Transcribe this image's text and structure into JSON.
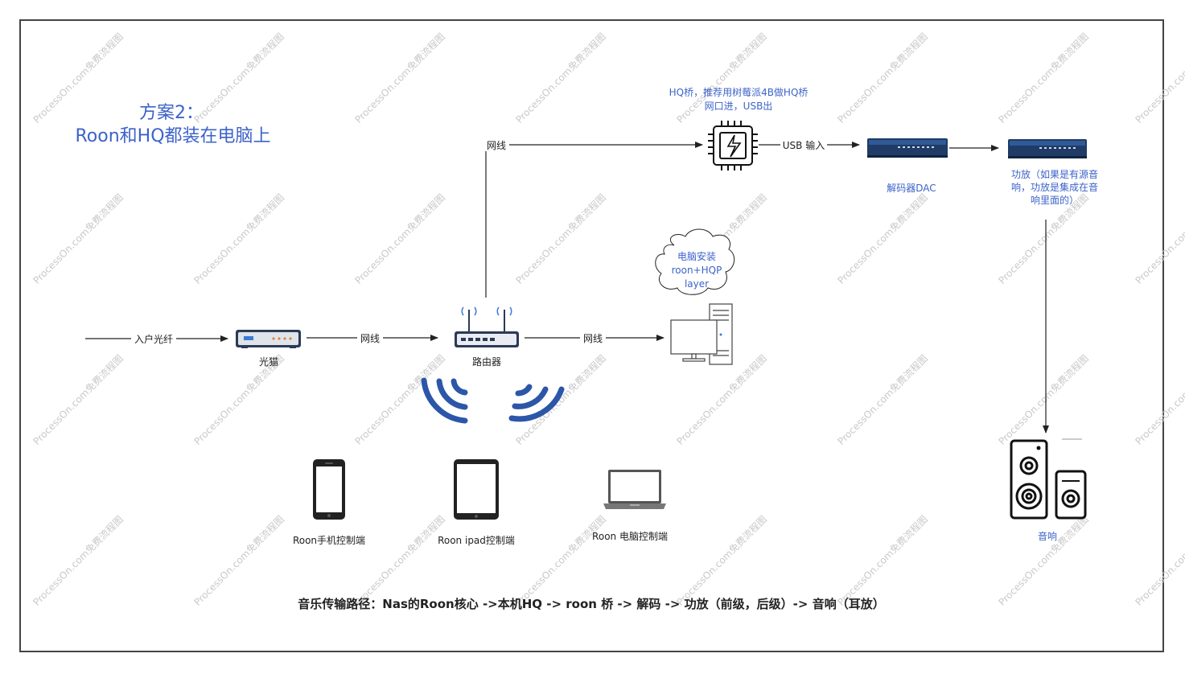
{
  "title": {
    "line1": "方案2：",
    "line2": "Roon和HQ都装在电脑上"
  },
  "nodes": {
    "fiber_input_label": "入户光纤",
    "modem_label": "光猫",
    "router_label": "路由器",
    "pc_cloud_line1": "电脑安装",
    "pc_cloud_line2": "roon+HQP",
    "pc_cloud_line3": "layer",
    "hq_bridge_line1": "HQ桥，推荐用树莓派4B做HQ桥",
    "hq_bridge_line2": "网口进，USB出",
    "dac_label": "解码器DAC",
    "amp_line1": "功放（如果是有源音",
    "amp_line2": "响，功放是集成在音",
    "amp_line3": "响里面的）",
    "speaker_label": "音响",
    "phone_label": "Roon手机控制端",
    "ipad_label": "Roon ipad控制端",
    "laptop_label": "Roon 电脑控制端"
  },
  "edges": {
    "modem_to_router": "网线",
    "router_to_pc": "网线",
    "router_to_hq": "网线",
    "hq_to_dac": "USB 输入"
  },
  "footer_path": "音乐传输路径：Nas的Roon核心 ->本机HQ -> roon 桥 -> 解码 -> 功放（前级，后级）-> 音响（耳放）",
  "watermark_text": "ProcessOn.com免费流程图",
  "colors": {
    "blue_text": "#3d63c9",
    "wifi_blue": "#2c56a8",
    "device_navy": "#2b3a55",
    "line": "#222222",
    "frame": "#444444"
  }
}
